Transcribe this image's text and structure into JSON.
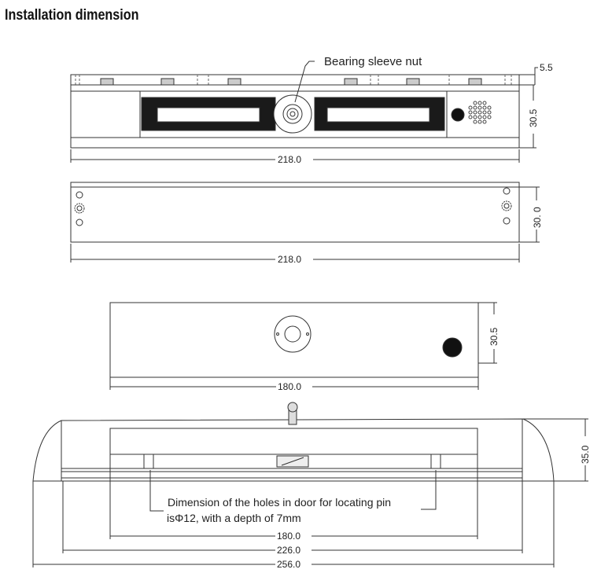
{
  "title": "Installation dimension",
  "views": {
    "top_view": {
      "callout": "Bearing sleeve nut",
      "dim_height_top": "5.5",
      "dim_height": "30.5",
      "dim_width": "218.0"
    },
    "plate_view": {
      "dim_height": "30. 0",
      "dim_width": "218.0"
    },
    "armature_view": {
      "dim_height": "30.5",
      "dim_width": "180.0"
    },
    "side_view": {
      "dim_height": "35.0",
      "note_line1": "Dimension of the holes in door for locating pin",
      "note_line2": "isΦ12, with a depth of 7mm",
      "dim_inner": "180.0",
      "dim_middle": "226.0",
      "dim_outer": "256.0"
    }
  }
}
